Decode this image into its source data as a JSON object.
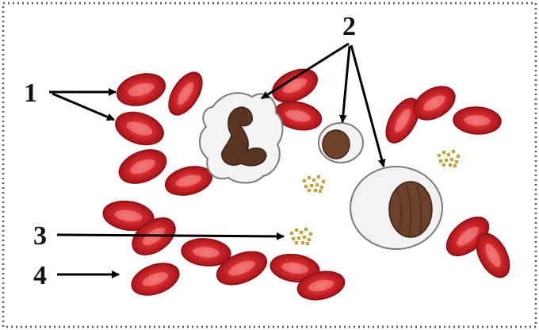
{
  "labels": {
    "l1": "1",
    "l2": "2",
    "l3": "3",
    "l4": "4"
  },
  "colors": {
    "frame": "#555555",
    "rbc": "#cc1f24",
    "rbc_dark": "#8e0f14",
    "rbc_center": "#f07575",
    "cytoplasm": "#f3f3f3",
    "cell_outline": "#7a7a7a",
    "nucleus": "#5a3622",
    "platelet": "#d9b233",
    "arrow": "#000000"
  }
}
